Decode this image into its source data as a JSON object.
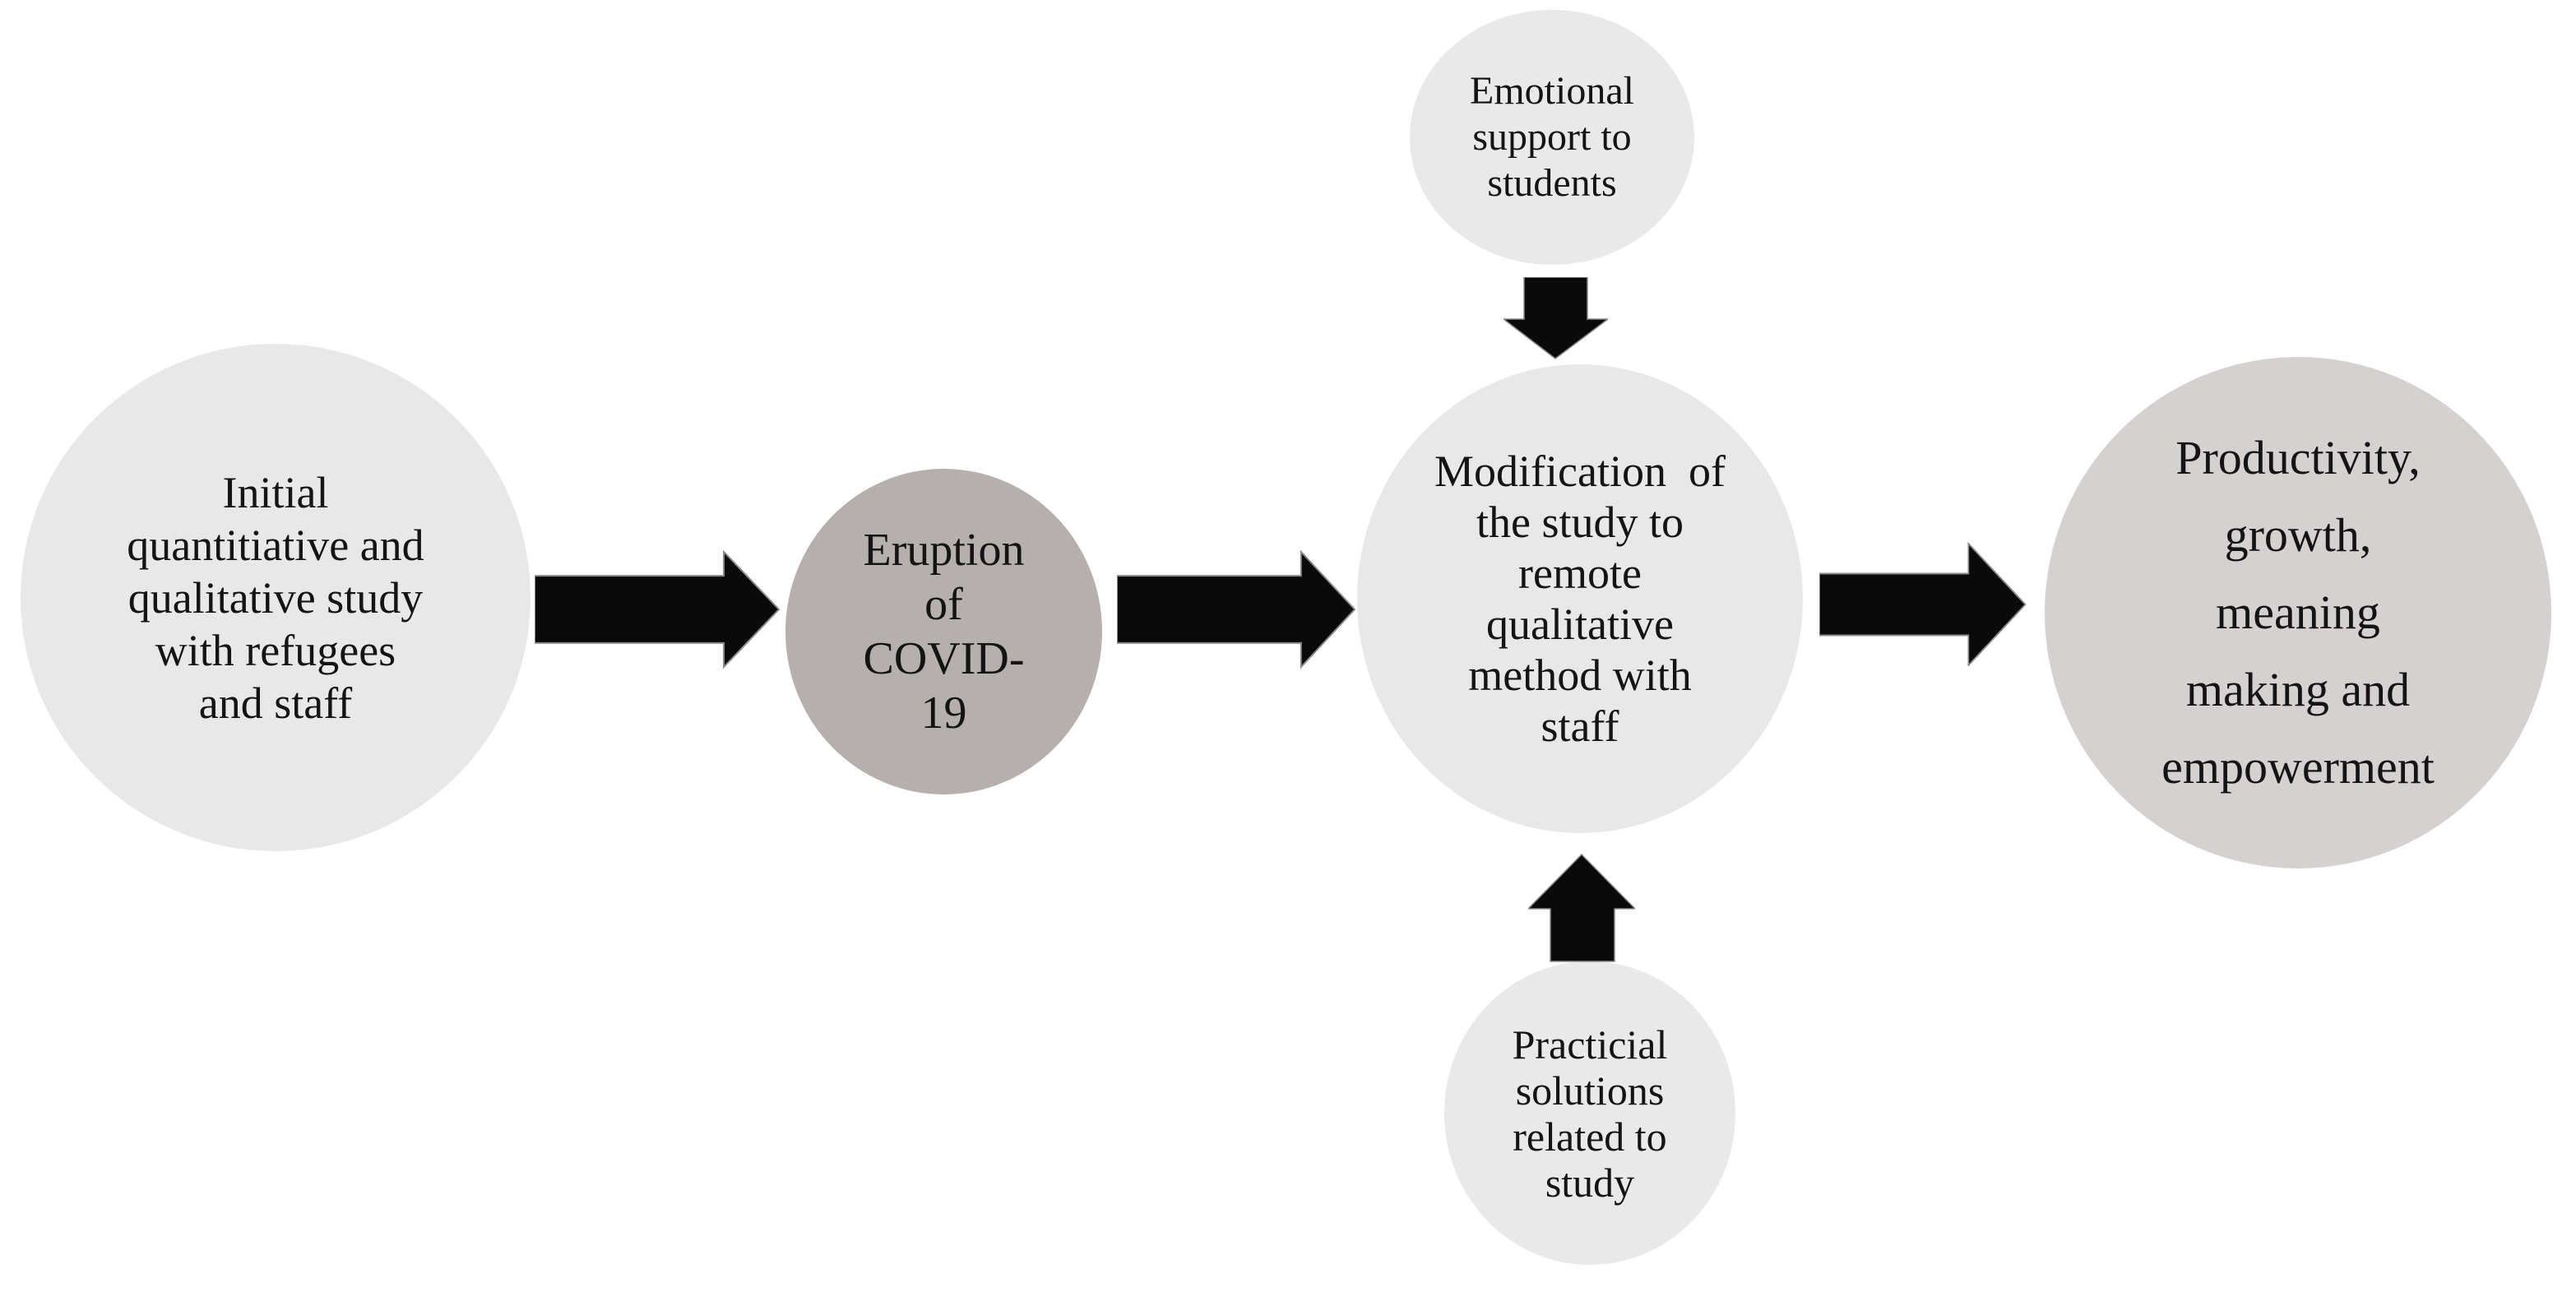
{
  "figure": {
    "type": "flow-diagram",
    "background": "#ffffff",
    "text_color": "#141414",
    "arrow_color": "#0a0a0a",
    "arrow_outline": "#8a8a8a",
    "nodes": [
      {
        "id": "initial-study",
        "label": "Initial\nquantitiative and\nqualitative study\nwith refugees\nand staff",
        "fill": "#e9e8e9"
      },
      {
        "id": "covid-eruption",
        "label": "Eruption\nof\nCOVID-\n19",
        "fill": "#b5b0ad"
      },
      {
        "id": "modification",
        "label": "Modification  of\nthe study to\nremote\nqualitative\nmethod with\nstaff",
        "fill": "#e9e8e9"
      },
      {
        "id": "outcomes",
        "label": "Productivity,\ngrowth,\nmeaning\nmaking and\nempowerment",
        "fill": "#d4d1d0"
      },
      {
        "id": "emotional-support",
        "label": "Emotional\nsupport to\nstudents",
        "fill": "#eae9ea"
      },
      {
        "id": "practical-solutions",
        "label": "Practicial\nsolutions\nrelated to\nstudy",
        "fill": "#eae9ea"
      }
    ],
    "edges": [
      {
        "from": "initial-study",
        "to": "covid-eruption",
        "direction": "right"
      },
      {
        "from": "covid-eruption",
        "to": "modification",
        "direction": "right"
      },
      {
        "from": "modification",
        "to": "outcomes",
        "direction": "right"
      },
      {
        "from": "emotional-support",
        "to": "modification",
        "direction": "down"
      },
      {
        "from": "practical-solutions",
        "to": "modification",
        "direction": "up"
      }
    ]
  }
}
